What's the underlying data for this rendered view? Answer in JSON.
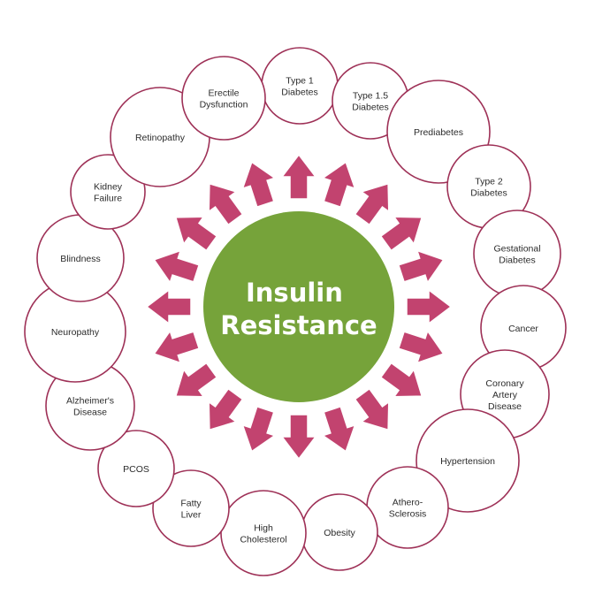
{
  "center": {
    "lines": [
      "Insulin",
      "Resistance"
    ],
    "fill": "#76a33a"
  },
  "colors": {
    "arrow": "#c2436f",
    "arrow_stroke": "#ffffff",
    "node_stroke": "#9e3157",
    "node_fill": "#ffffff",
    "text": "#2b2b2b"
  },
  "nodes": [
    {
      "id": "type-1-diabetes",
      "lines": [
        "Type 1",
        "Diabetes"
      ]
    },
    {
      "id": "type-1-5-diabetes",
      "lines": [
        "Type 1.5",
        "Diabetes"
      ]
    },
    {
      "id": "prediabetes",
      "lines": [
        "Prediabetes"
      ]
    },
    {
      "id": "type-2-diabetes",
      "lines": [
        "Type 2",
        "Diabetes"
      ]
    },
    {
      "id": "gestational-diabetes",
      "lines": [
        "Gestational",
        "Diabetes"
      ]
    },
    {
      "id": "cancer",
      "lines": [
        "Cancer"
      ]
    },
    {
      "id": "coronary-artery-disease",
      "lines": [
        "Coronary",
        "Artery",
        "Disease"
      ]
    },
    {
      "id": "hypertension",
      "lines": [
        "Hypertension"
      ]
    },
    {
      "id": "atherosclerosis",
      "lines": [
        "Athero-",
        "Sclerosis"
      ]
    },
    {
      "id": "obesity",
      "lines": [
        "Obesity"
      ]
    },
    {
      "id": "high-cholesterol",
      "lines": [
        "High",
        "Cholesterol"
      ]
    },
    {
      "id": "fatty-liver",
      "lines": [
        "Fatty",
        "Liver"
      ]
    },
    {
      "id": "pcos",
      "lines": [
        "PCOS"
      ]
    },
    {
      "id": "alzheimers-disease",
      "lines": [
        "Alzheimer's",
        "Disease"
      ]
    },
    {
      "id": "neuropathy",
      "lines": [
        "Neuropathy"
      ]
    },
    {
      "id": "blindness",
      "lines": [
        "Blindness"
      ]
    },
    {
      "id": "kidney-failure",
      "lines": [
        "Kidney",
        "Failure"
      ]
    },
    {
      "id": "retinopathy",
      "lines": [
        "Retinopathy"
      ]
    },
    {
      "id": "erectile-dysfunction",
      "lines": [
        "Erectile",
        "Dysfunction"
      ]
    }
  ]
}
